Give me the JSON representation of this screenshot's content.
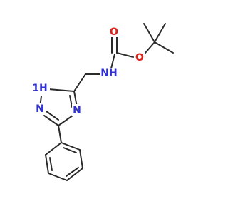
{
  "atoms": {
    "o_carbonyl": "O",
    "o_ester": "O",
    "n_carbamate": "NH",
    "n_triazole_h": "1H",
    "n_triazole_2": "N",
    "n_triazole_4": "N"
  },
  "colors": {
    "bond": "#2b2b2b",
    "nitrogen": "#2f2fd3",
    "oxygen": "#e0201b",
    "background": "#ffffff"
  }
}
